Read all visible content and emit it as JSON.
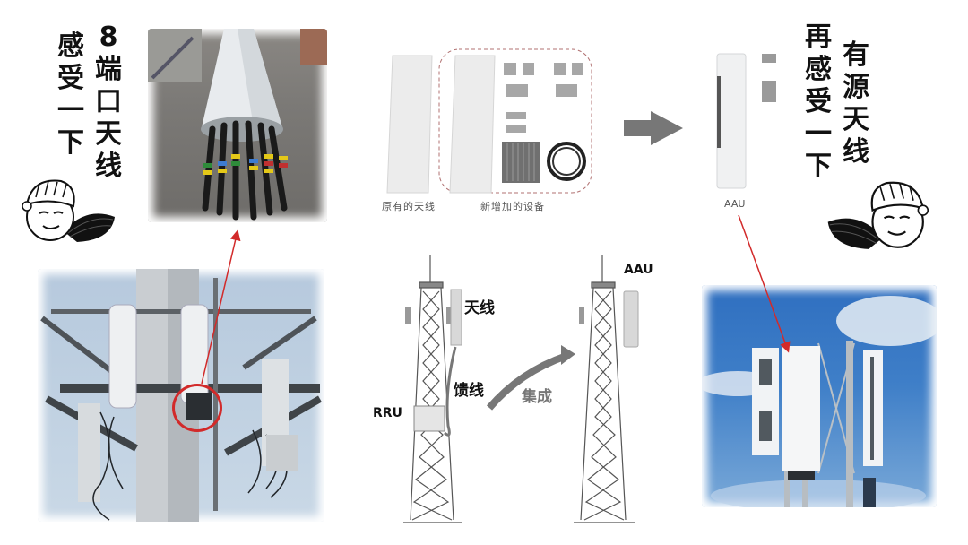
{
  "left_heading": {
    "col1": [
      "感",
      "受",
      "一",
      "下"
    ],
    "col2": [
      "8",
      "端",
      "口",
      "天",
      "线"
    ]
  },
  "right_heading": {
    "col1": [
      "再",
      "感",
      "受",
      "一",
      "下"
    ],
    "col2": [
      "有",
      "源",
      "天",
      "线"
    ]
  },
  "product_panel": {
    "caption_left": "原有的天线",
    "caption_right": "新增加的设备"
  },
  "aau_product": {
    "caption": "AAU"
  },
  "tower_diagram": {
    "antenna_label": "天线",
    "feeder_label": "馈线",
    "rru_label": "RRU",
    "integrate_label": "集成",
    "aau_label": "AAU"
  },
  "photos": {
    "top_left": "8-port passive antenna close-up with color-coded feeder cables",
    "bottom_left": "Cell tower platform with passive antennas, RRUs and feeder cabling",
    "bottom_right": "Tower with active AAU units against blue sky"
  },
  "colors": {
    "annotation_red": "#d22a2a",
    "arrow_gray": "#777777",
    "sky_blue": "#3f7fc8"
  }
}
